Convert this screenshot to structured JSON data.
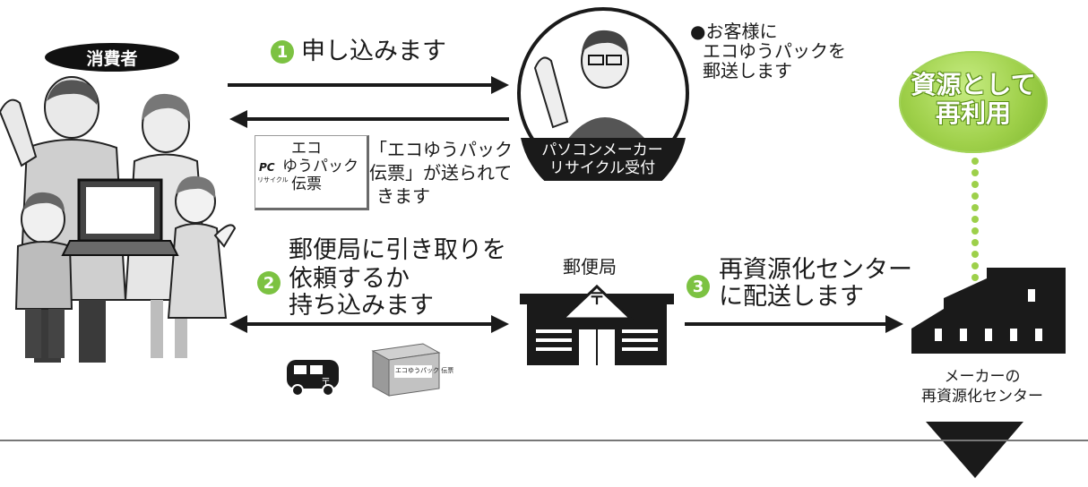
{
  "consumer_label": "消費者",
  "step1": {
    "number": "1",
    "text": "申し込みます"
  },
  "maker_reception": {
    "line1": "パソコンメーカー",
    "line2": "リサイクル受付"
  },
  "maker_note": {
    "line1": "●お客様に",
    "line2": "エコゆうパックを",
    "line3": "郵送します"
  },
  "ticket": {
    "logo": "PC",
    "logo_sub": "リサイクル",
    "line1": "エコ",
    "line2": "ゆうパック",
    "line3": "伝票"
  },
  "ticket_note": {
    "line1": "「エコゆうパック",
    "line2": "伝票」が送られて",
    "line3": "きます"
  },
  "step2": {
    "number": "2",
    "line1": "郵便局に引き取りを",
    "line2": "依頼するか",
    "line3": "持ち込みます"
  },
  "post_office_label": "郵便局",
  "post_mark": "〒",
  "package_label": "エコゆうパック 伝票",
  "step3": {
    "number": "3",
    "line1": "再資源化センター",
    "line2": "に配送します"
  },
  "reuse": {
    "line1": "資源として",
    "line2": "再利用"
  },
  "recycle_center": {
    "line1": "メーカーの",
    "line2": "再資源化センター"
  },
  "colors": {
    "accent_green": "#7cc242",
    "dark": "#1a1a1a"
  }
}
